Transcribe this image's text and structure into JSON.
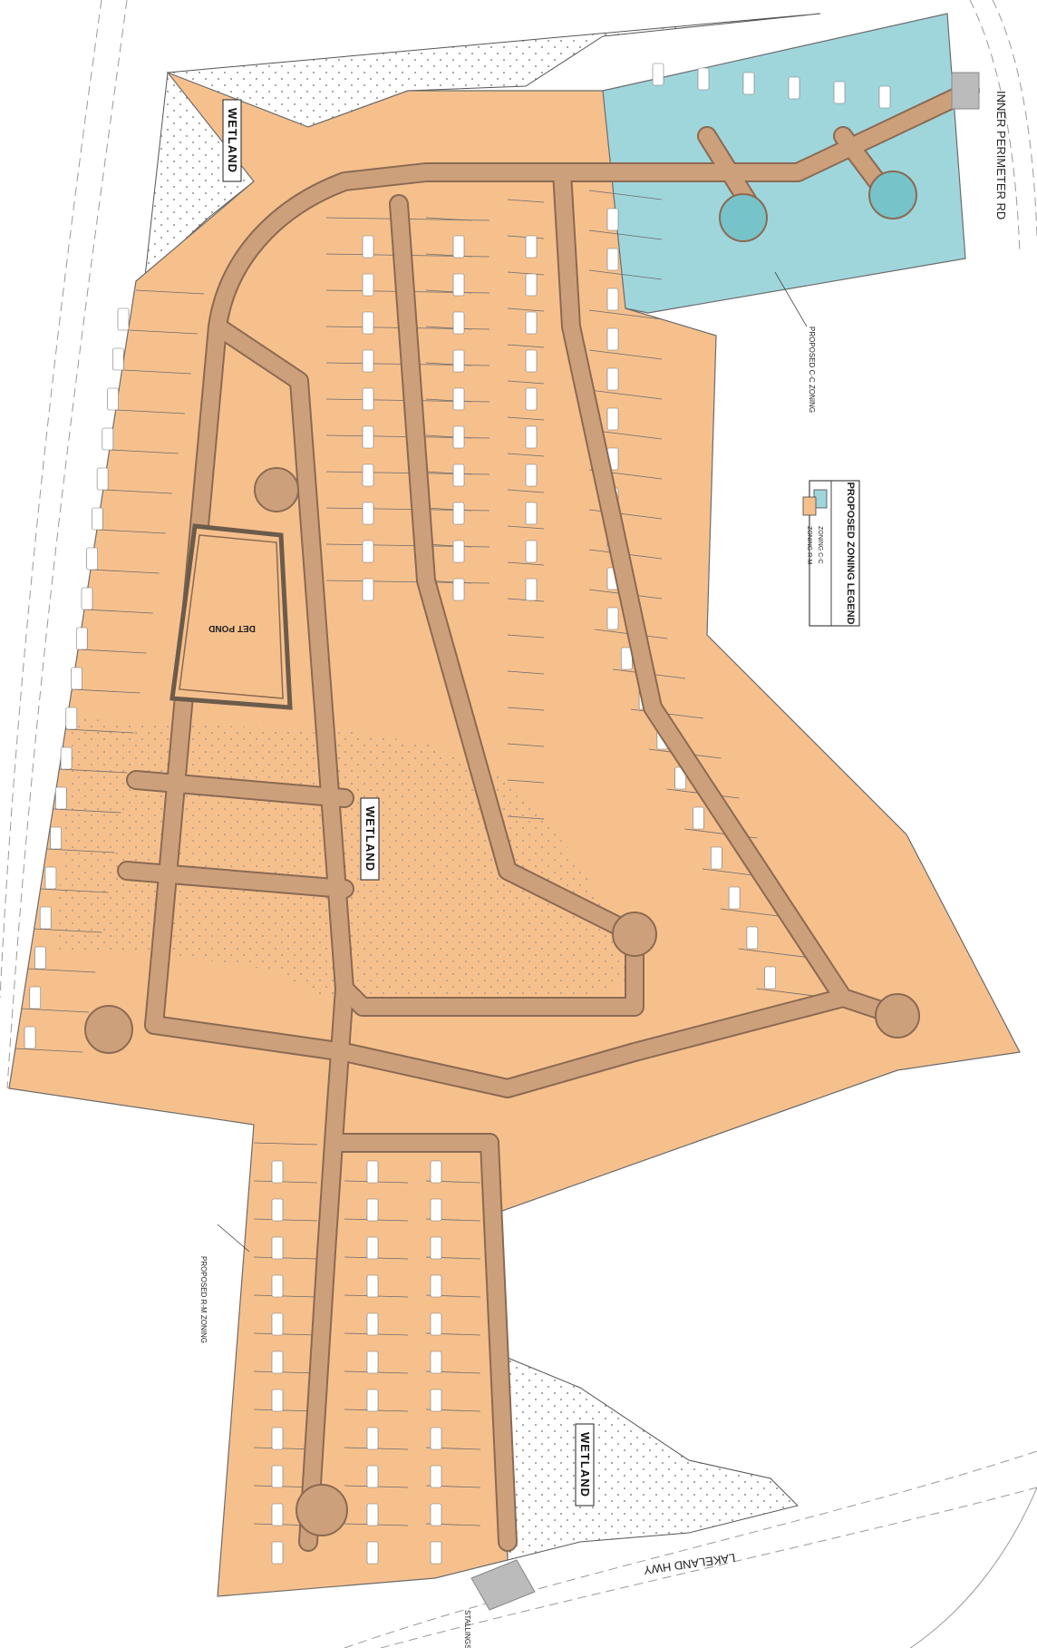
{
  "colors": {
    "zoning_rm": "#f6c08d",
    "zoning_cc": "#9fd6dc",
    "road": "#cda07c",
    "road_edge": "#8a6a52",
    "wetland_dots": "#9a9a9a",
    "lot_line": "#6b6b6b"
  },
  "labels": {
    "inner_perimeter": "INNER PERIMETER RD",
    "lakeland": "LAKELAND HWY",
    "stallings": "STALLINGS RD",
    "wetland": "WETLAND",
    "det_pond": "DET POND",
    "proposed_cc": "PROPOSED C-C ZONING",
    "proposed_rm": "PROPOSED R-M ZONING"
  },
  "legend": {
    "title": "PROPOSED ZONING LEGEND",
    "items": [
      {
        "label": "ZONING C-C",
        "color": "#9fd6dc"
      },
      {
        "label": "ZONING R-M",
        "color": "#f6c08d"
      }
    ]
  }
}
